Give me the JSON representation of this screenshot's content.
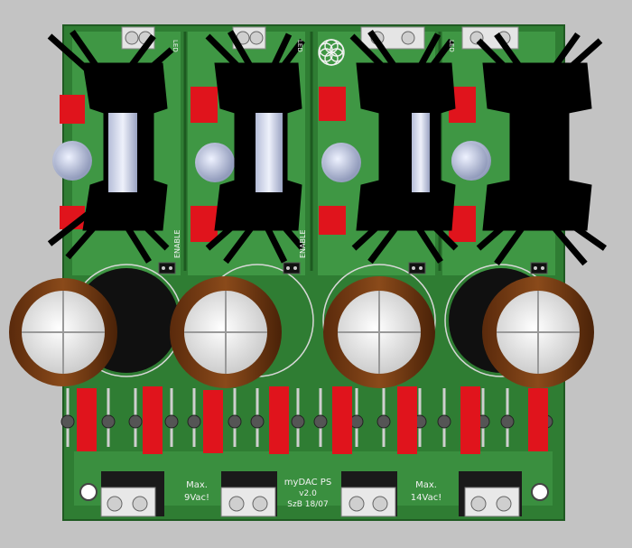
{
  "board": {
    "title": "myDAC PS",
    "version": "v2.0",
    "credit": "SzB 18/07",
    "note_left_1": "Max.",
    "note_left_2": "9Vac!",
    "note_right_1": "Max.",
    "note_right_2": "14Vac!",
    "enable_label": "ENABLE",
    "led_label": "LED",
    "colors": {
      "background": "#c3c3c3",
      "pcb": "#2f7d33",
      "copper_pour": "#3f9744",
      "silkscreen": "#f2f2f2",
      "heatsink": "#000000",
      "smd_red": "#e0141c",
      "capacitor_sleeve": "#7a3d14",
      "capacitor_top": "#eaeaea"
    }
  }
}
